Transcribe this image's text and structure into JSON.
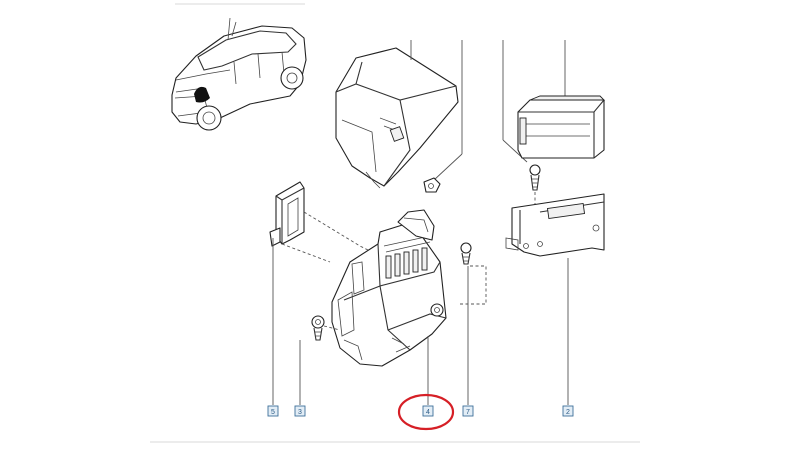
{
  "diagram": {
    "reference_labels": [
      {
        "id": "ref-5",
        "label": "5"
      },
      {
        "id": "ref-3",
        "label": "3"
      },
      {
        "id": "ref-4",
        "label": "4"
      },
      {
        "id": "ref-7",
        "label": "7"
      },
      {
        "id": "ref-2",
        "label": "2"
      }
    ],
    "highlight": {
      "target": "ref-4",
      "shape": "circle",
      "color": "#d61f26"
    }
  },
  "colors": {
    "line": "#333333",
    "label_fill": "#e2edf6",
    "label_text": "#2b5a85",
    "highlight": "#d61f26"
  }
}
